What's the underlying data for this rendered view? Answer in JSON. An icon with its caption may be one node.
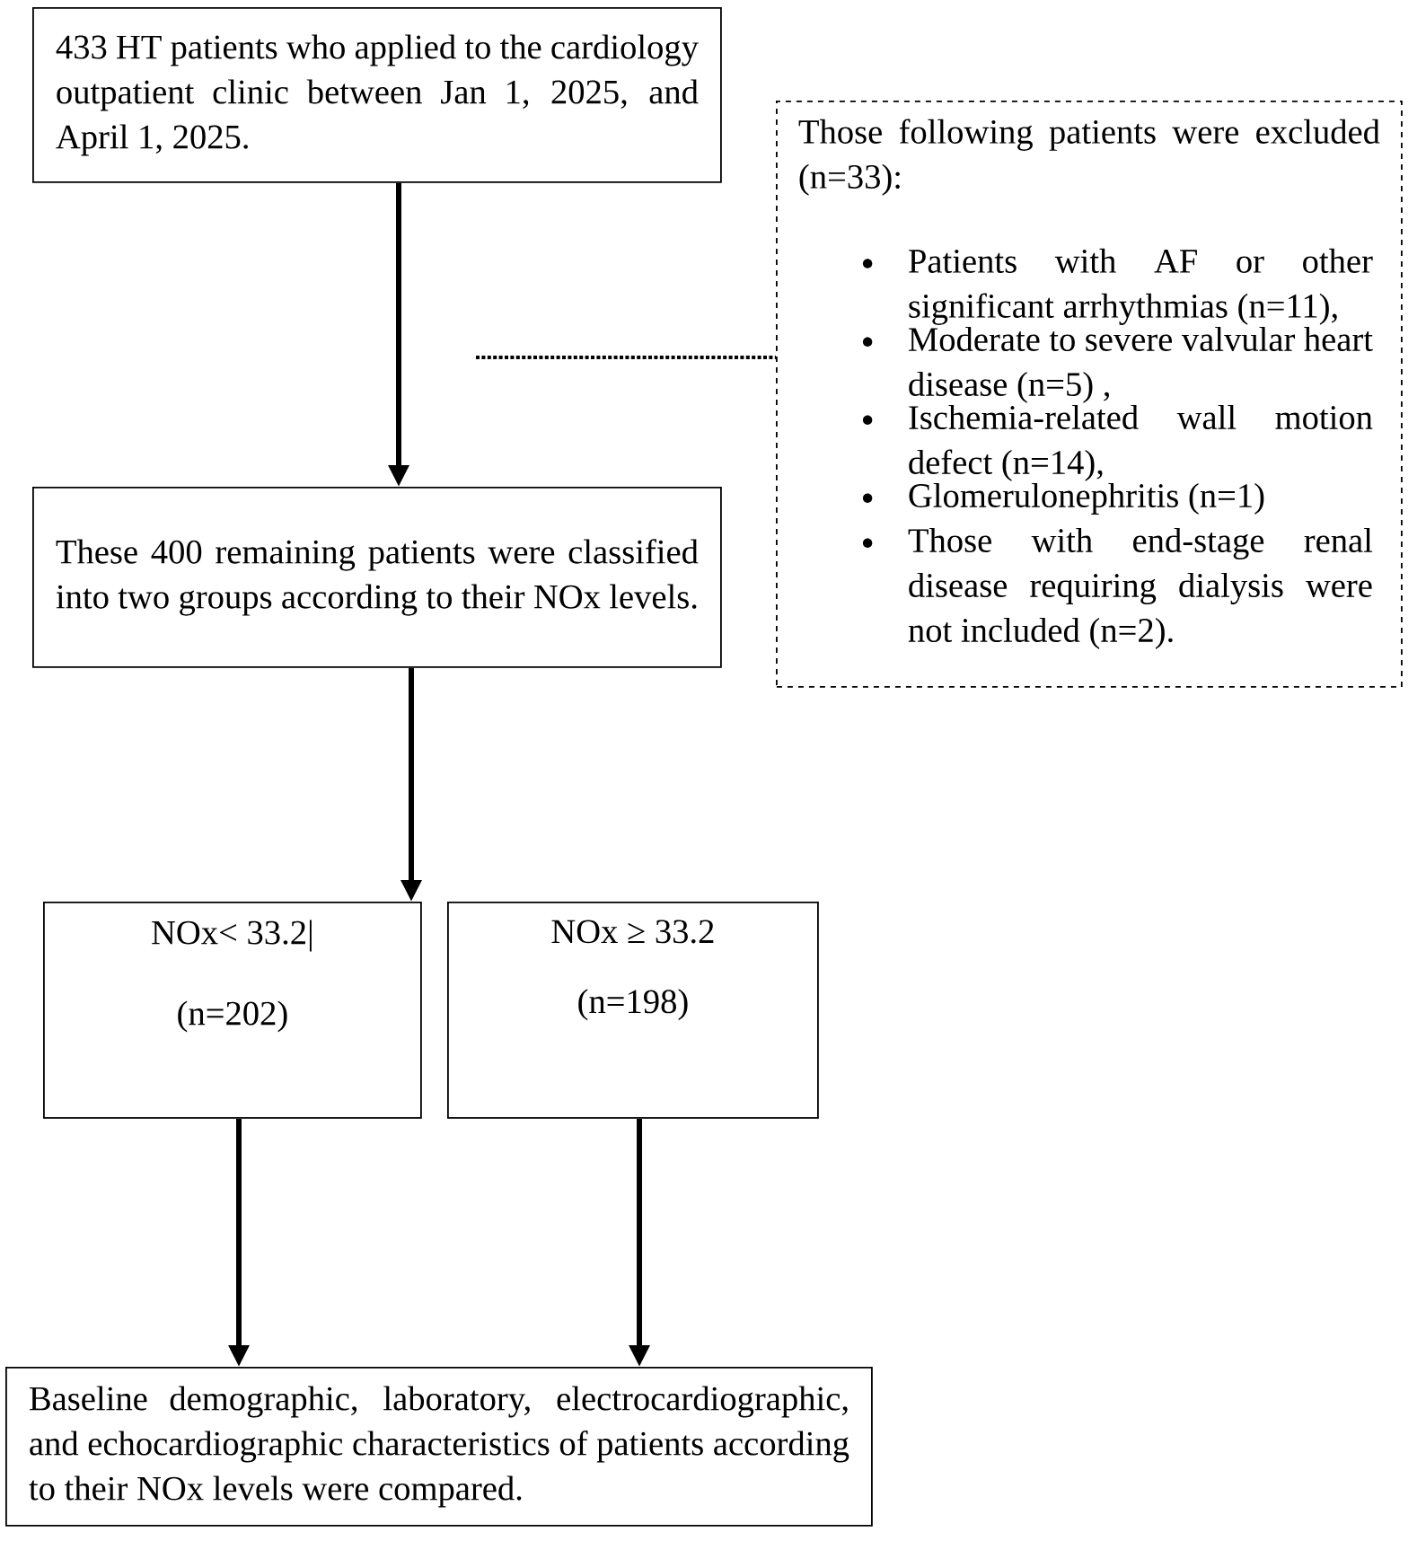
{
  "diagram": {
    "nodes": [
      {
        "text": [
          "433 HT patients who applied to the cardiology outpatient clinic between Jan 1, 2025, and April 1, 2025."
        ]
      },
      {
        "text": [
          "Those following patients were excluded (n=33):",
          "Patients with AF or other significant arrhythmias (n=11),",
          "Moderate to severe valvular heart disease (n=5) ,",
          "Ischemia-related wall motion defect (n=14),",
          "Glomerulonephritis (n=1)",
          "Those with end-stage renal disease requiring dialysis were not included (n=2)."
        ]
      },
      {
        "text": [
          "These 400 remaining patients were classified into two groups according to their NOx levels."
        ]
      },
      {
        "text": [
          "NOx< 33.2|",
          "(n=202)"
        ]
      },
      {
        "text": [
          "NOx ≥ 33.2",
          "(n=198)"
        ]
      },
      {
        "text": [
          "Baseline demographic, laboratory, electrocardiographic, and echocardiographic characteristics of patients according to their NOx levels were compared."
        ]
      }
    ],
    "edges": [
      {
        "from": 0,
        "to": 2,
        "arrow": "to"
      },
      {
        "from": 2,
        "to": 3,
        "arrow": "to"
      },
      {
        "from": 3,
        "to": 5,
        "arrow": "to"
      },
      {
        "from": 4,
        "to": 5,
        "arrow": "to"
      },
      {
        "from": null,
        "to": 1,
        "arrow": "none",
        "style": "dashed"
      }
    ]
  }
}
